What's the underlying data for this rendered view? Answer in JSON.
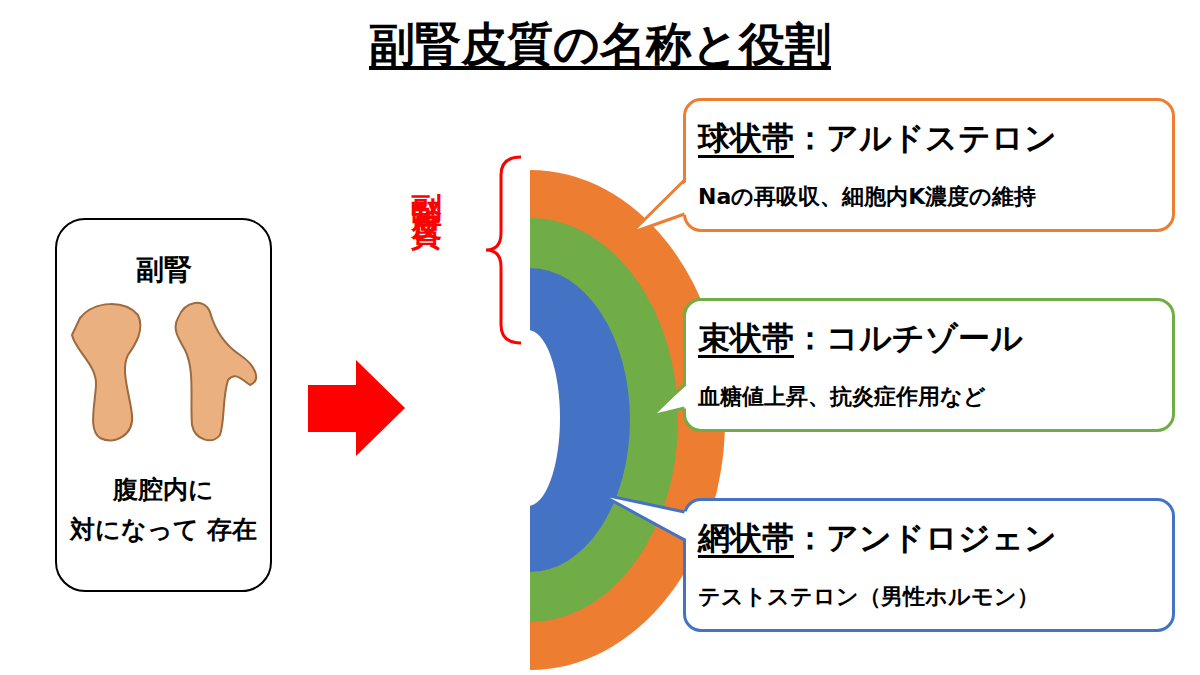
{
  "diagram": {
    "title": "副腎皮質の名称と役割",
    "nodes": [
      {
        "text": [
          "副腎",
          "腹腔内に 対になって 存在"
        ]
      },
      {
        "text": [
          "球状帯：アルドステロン",
          "Naの再吸収、細胞内K濃度の維持"
        ]
      },
      {
        "text": [
          "束状帯：コルチゾール",
          "血糖値上昇、抗炎症作用など"
        ]
      },
      {
        "text": [
          "網状帯：アンドロジェン",
          "テストステロン（男性ホルモン）"
        ]
      }
    ],
    "labels": [
      "副腎皮質"
    ]
  }
}
